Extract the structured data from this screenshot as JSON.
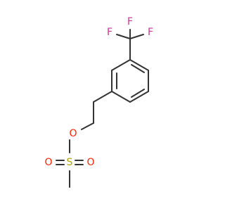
{
  "molecule": {
    "colors": {
      "bond": "#333333",
      "fluorine": "#cc3399",
      "oxygen": "#ff2200",
      "sulfur": "#b8a000"
    },
    "atoms": {
      "f_top": "F",
      "f_left": "F",
      "f_right": "F",
      "o_ester": "O",
      "s": "S",
      "o_left": "O",
      "o_right": "O"
    }
  }
}
